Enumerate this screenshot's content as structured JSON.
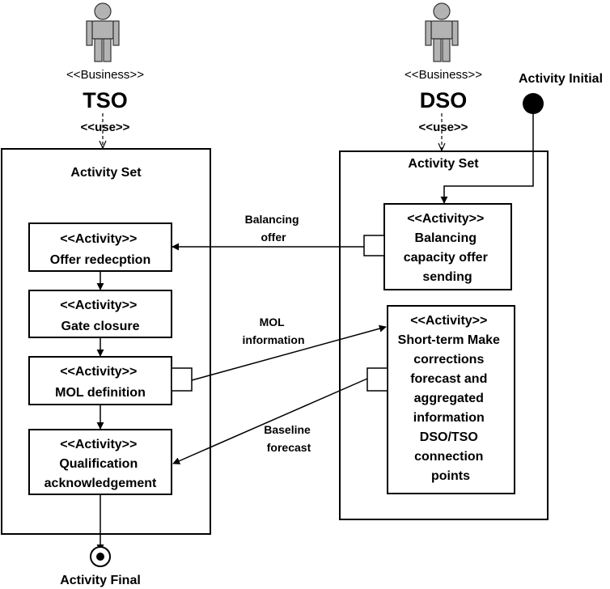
{
  "actors": {
    "tso": {
      "stereotype": "<<Business>>",
      "name": "TSO",
      "use": "<<use>>",
      "set_title": "Activity Set"
    },
    "dso": {
      "stereotype": "<<Business>>",
      "name": "DSO",
      "use": "<<use>>",
      "set_title": "Activity Set"
    }
  },
  "activity_stereotype": "<<Activity>>",
  "tso_activities": [
    {
      "lines": [
        "Offer redecption"
      ]
    },
    {
      "lines": [
        "Gate closure"
      ]
    },
    {
      "lines": [
        "MOL definition"
      ]
    },
    {
      "lines": [
        "Qualification",
        "acknowledgement"
      ]
    }
  ],
  "dso_activities": [
    {
      "lines": [
        "Balancing",
        "capacity offer",
        "sending"
      ]
    },
    {
      "lines": [
        "Short-term Make",
        "corrections",
        "forecast and",
        "aggregated",
        "information",
        "DSO/TSO",
        "connection",
        "points"
      ]
    }
  ],
  "flows": {
    "balancing_offer": [
      "Balancing",
      "offer"
    ],
    "mol_information": [
      "MOL",
      "information"
    ],
    "baseline_forecast": [
      "Baseline",
      "forecast"
    ]
  },
  "initial_label": "Activity Initial",
  "final_label": "Activity Final",
  "colors": {
    "actor_fill": "#b3b3b3",
    "stroke": "#000000"
  }
}
